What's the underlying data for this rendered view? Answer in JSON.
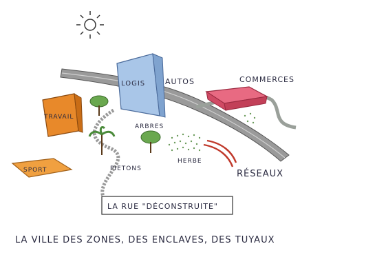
{
  "labels": {
    "logis": "LOGIS",
    "autos": "AUTOS",
    "commerces": "COMMERCES",
    "travail": "TRAVAIL",
    "arbres": "ARBRES",
    "herbe": "HERBE",
    "sport": "SPORT",
    "pietons": "PIETONS",
    "reseaux": "RÉSEAUX"
  },
  "caption_box": "LA RUE \"DÉCONSTRUITE\"",
  "caption_line": "LA VILLE DES ZONES, DES ENCLAVES, DES TUYAUX",
  "colors": {
    "logis": "#a9c6e8",
    "travail": "#e8892a",
    "commerces": "#e0506a",
    "sport": "#f0a040",
    "trees": "#6aa84f",
    "roads": "#8a8a8a",
    "pipes": "#c0392b"
  }
}
